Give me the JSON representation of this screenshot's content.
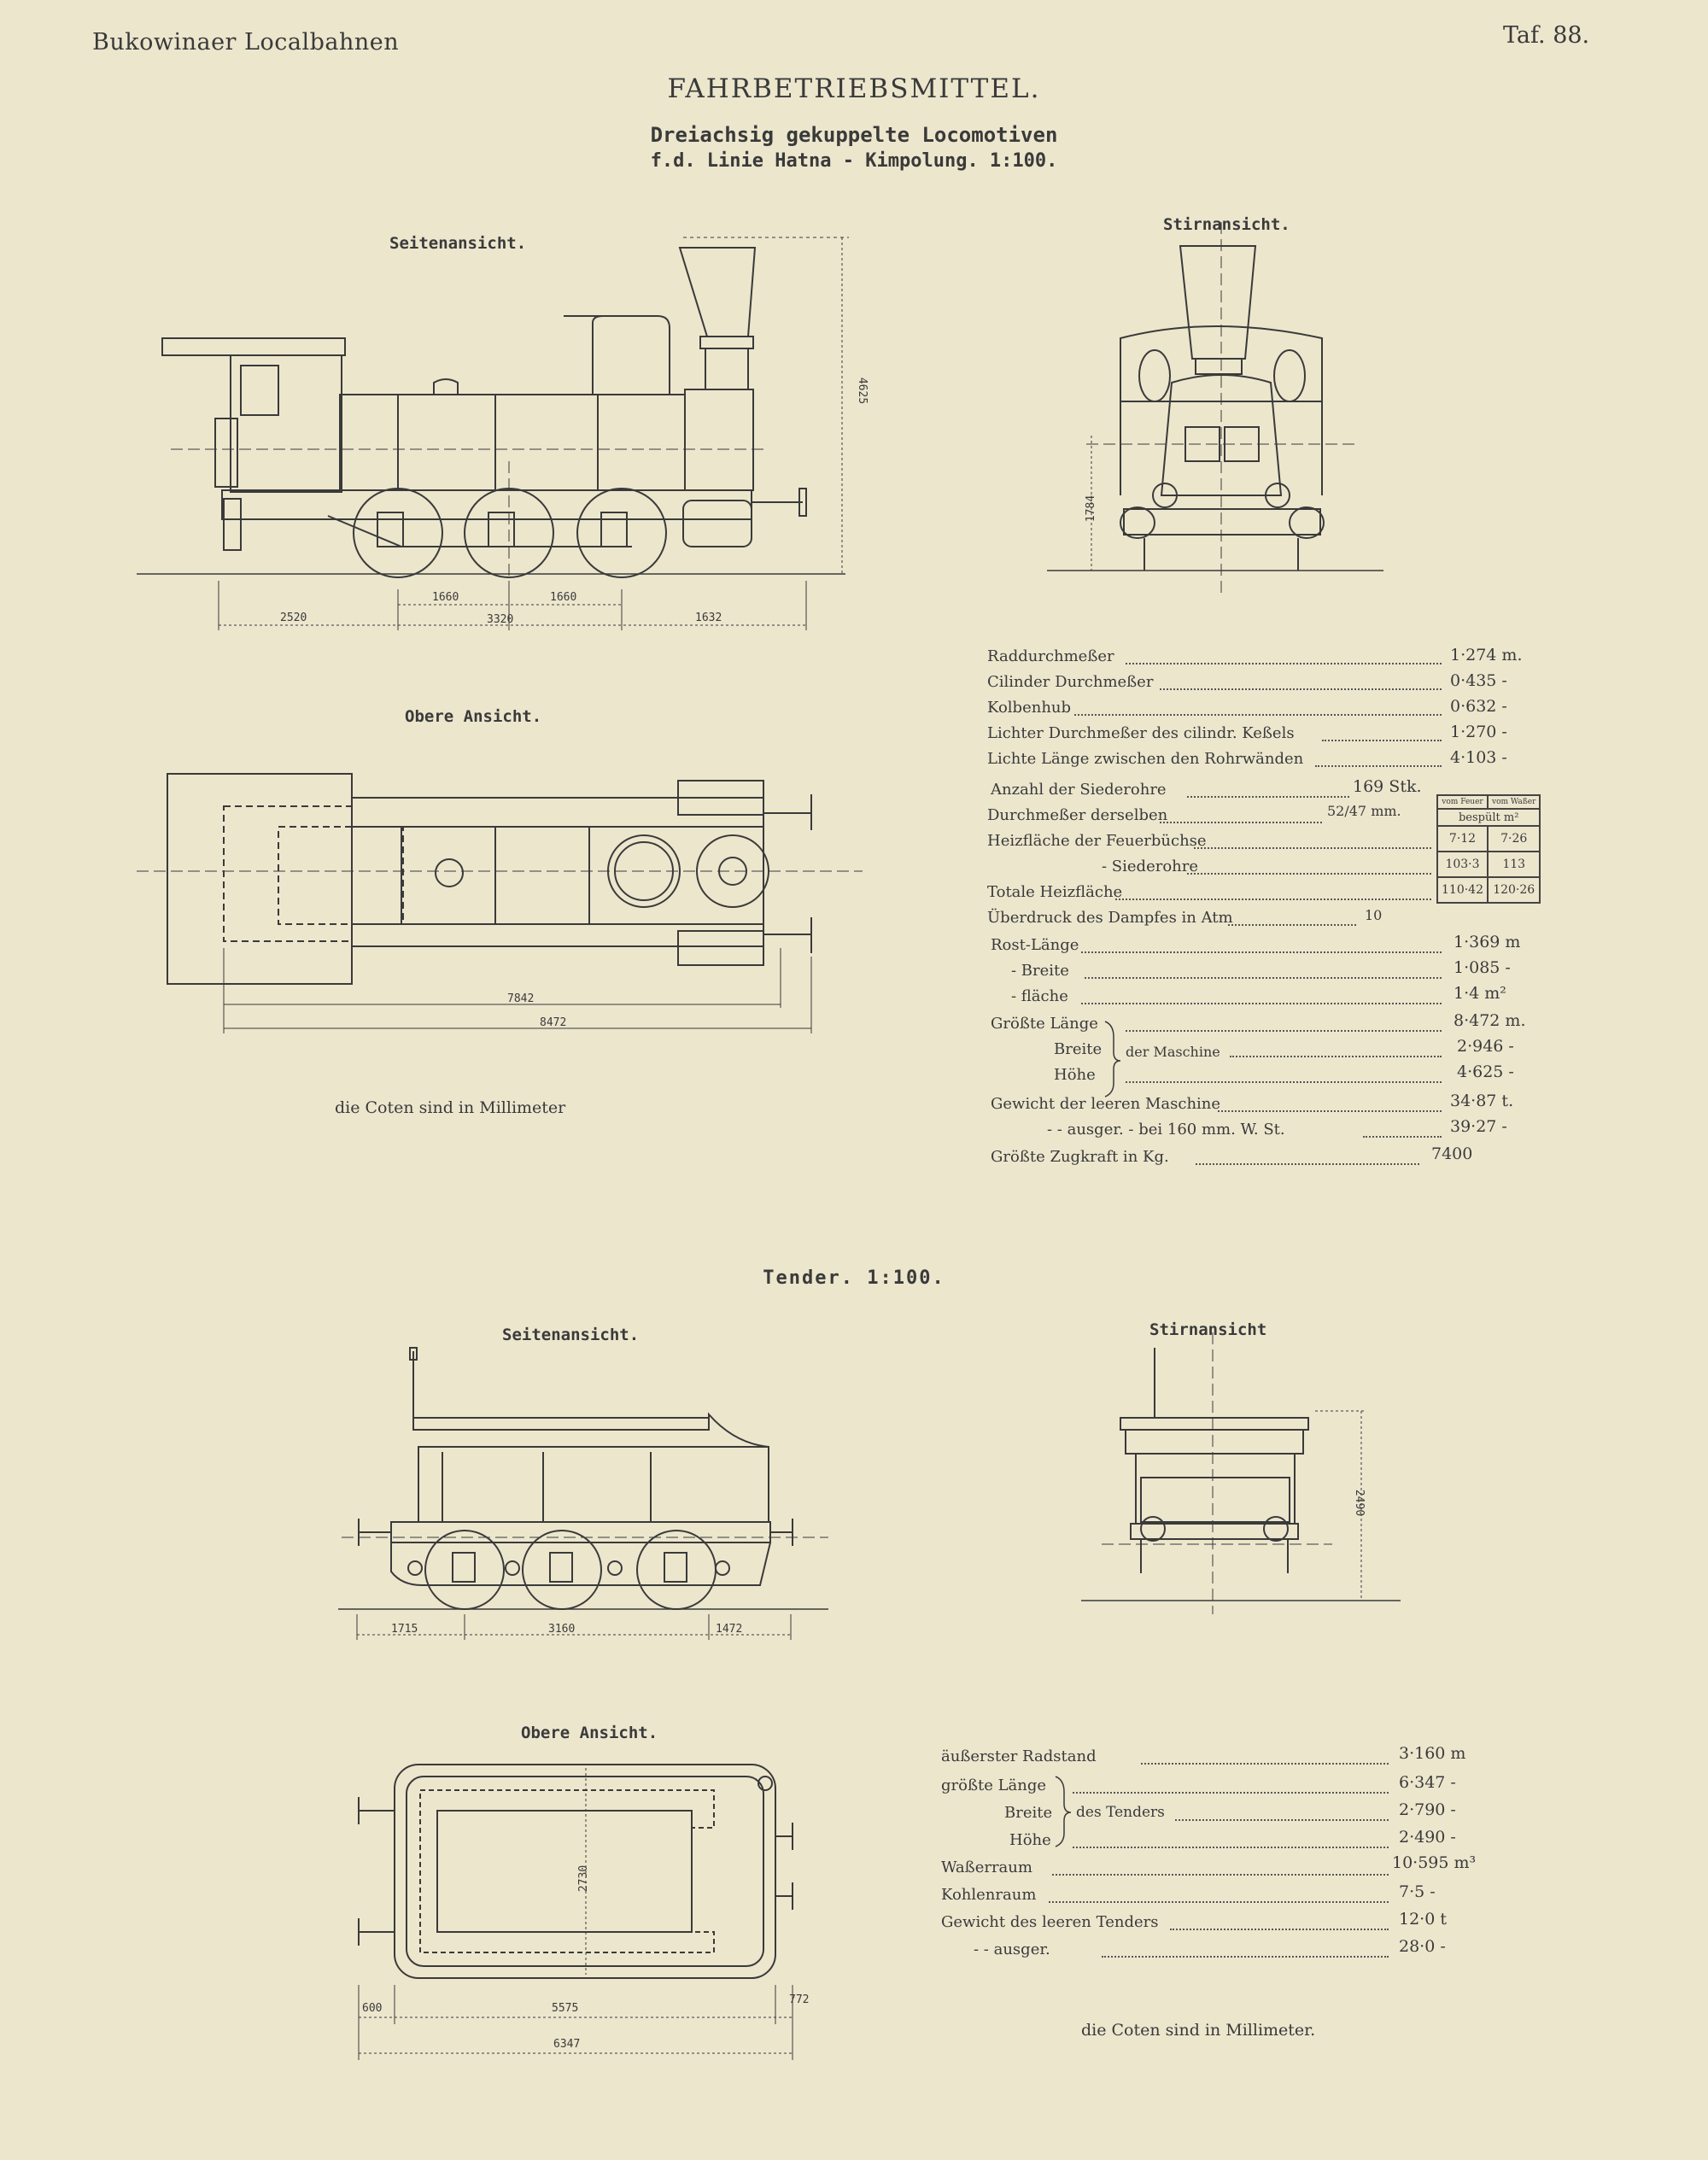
{
  "header": {
    "left": "Bukowinaer Localbahnen",
    "right": "Taf. 88."
  },
  "title": "FAHRBETRIEBSMITTEL.",
  "subtitle_1": "Dreiachsig gekuppelte Locomotiven",
  "subtitle_2": "f.d. Linie Hatna - Kimpolung. 1:100.",
  "loco": {
    "side_label": "Seitenansicht.",
    "front_label": "Stirnansicht.",
    "top_label": "Obere Ansicht.",
    "dims_side": [
      "2520",
      "1660",
      "1660",
      "3320",
      "1632",
      "4625"
    ],
    "dims_front": [
      "1784"
    ],
    "dims_top": [
      "7842",
      "8472"
    ],
    "note": "die Coten sind in Millimeter"
  },
  "loco_specs": [
    {
      "label": "Raddurchmeßer",
      "value": "1·274 m."
    },
    {
      "label": "Cilinder Durchmeßer",
      "value": "0·435 -"
    },
    {
      "label": "Kolbenhub",
      "value": "0·632 -"
    },
    {
      "label": "Lichter Durchmeßer des cilindr. Keßels",
      "value": "1·270 -"
    },
    {
      "label": "Lichte Länge zwischen den Rohrwänden",
      "value": "4·103 -"
    },
    {
      "label": "Anzahl der Siederohre",
      "value": "169 Stk."
    },
    {
      "label": "Durchmeßer derselben",
      "value": "52/47 mm."
    },
    {
      "label": "Heizfläche der Feuerbüchse",
      "value": ""
    },
    {
      "label": "- Siederohre",
      "value": ""
    },
    {
      "label": "Totale Heizfläche",
      "value": ""
    },
    {
      "label": "Überdruck des Dampfes in Atm",
      "value": "10"
    },
    {
      "label": "Rost-Länge",
      "value": "1·369 m"
    },
    {
      "label": "- Breite",
      "value": "1·085 -"
    },
    {
      "label": "- fläche",
      "value": "1·4 m²"
    },
    {
      "label": "Größte Länge",
      "value": "8·472 m."
    },
    {
      "label": "Breite",
      "value": "2·946 -"
    },
    {
      "label": "Höhe",
      "value": "4·625 -"
    },
    {
      "label": "Gewicht der leeren Maschine",
      "value": "34·87 t."
    },
    {
      "label": "- - ausger. - bei 160 mm. W. St.",
      "value": "39·27 -"
    },
    {
      "label": "Größte Zugkraft in Kg.",
      "value": "7400"
    }
  ],
  "brace_loco": "der Maschine",
  "heating_table": {
    "headers": [
      "vom Feuer",
      "vom Waßer"
    ],
    "subheader": "bespült m²",
    "rows": [
      [
        "7·12",
        "7·26"
      ],
      [
        "103·3",
        "113"
      ],
      [
        "110·42",
        "120·26"
      ]
    ]
  },
  "tender": {
    "title": "Tender. 1:100.",
    "side_label": "Seitenansicht.",
    "front_label": "Stirnansicht",
    "top_label": "Obere Ansicht.",
    "dims_side": [
      "1715",
      "3160",
      "1472"
    ],
    "dims_front": [
      "2490"
    ],
    "dims_top": [
      "2730",
      "600",
      "5575",
      "772",
      "6347"
    ],
    "note": "die Coten sind in Millimeter."
  },
  "tender_specs": [
    {
      "label": "äußerster Radstand",
      "value": "3·160 m"
    },
    {
      "label": "größte Länge",
      "value": "6·347 -"
    },
    {
      "label": "Breite",
      "value": "2·790 -"
    },
    {
      "label": "Höhe",
      "value": "2·490 -"
    },
    {
      "label": "Waßerraum",
      "value": "10·595 m³"
    },
    {
      "label": "Kohlenraum",
      "value": "7·5 -"
    },
    {
      "label": "Gewicht des leeren Tenders",
      "value": "12·0 t"
    },
    {
      "label": "- - ausger.",
      "value": "28·0 -"
    }
  ],
  "brace_tender": "des Tenders"
}
